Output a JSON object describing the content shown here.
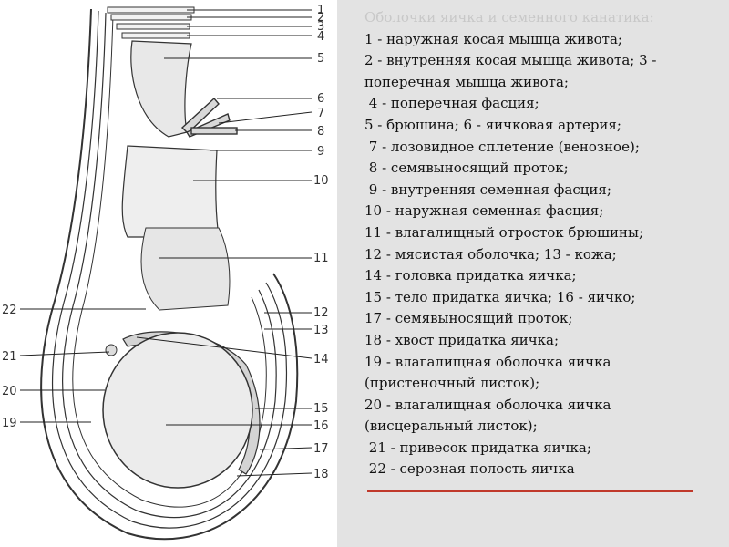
{
  "legend": {
    "title": "Оболочки яичка и семенного канатика:",
    "items": [
      "1 - наружная косая мышца живота;",
      "2 - внутренняя косая мышца живота; 3 - поперечная мышца живота;",
      " 4 - поперечная фасция;",
      "5 - брюшина; 6 - яичковая артерия;",
      " 7 - лозовидное сплетение (венозное);",
      " 8 - семявыносящий проток;",
      " 9 - внутренняя семенная фасция;",
      "10 - наружная семенная фасция;",
      "11 - влагалищный отросток брюшины;",
      "12 - мясистая оболочка; 13 - кожа;",
      "14 - головка придатка яичка;",
      "15 - тело придатка яичка; 16 - яичко;",
      "17 - семявыносящий проток;",
      "18 - хвост придатка яичка;",
      "19 - влагалищная оболочка яичка (пристеночный листок);",
      "20 - влагалищная оболочка яичка (висцеральный листок);",
      " 21 - привесок придатка яичка;",
      " 22 - серозная полость яичка"
    ]
  },
  "figure": {
    "numbers": [
      "1",
      "2",
      "3",
      "4",
      "5",
      "6",
      "7",
      "8",
      "9",
      "10",
      "11",
      "12",
      "13",
      "14",
      "15",
      "16",
      "17",
      "18",
      "19",
      "20",
      "21",
      "22"
    ]
  },
  "colors": {
    "legend_background": "#e3e3e3",
    "title_color": "#c8c8c8",
    "underline": "#c0392b"
  }
}
